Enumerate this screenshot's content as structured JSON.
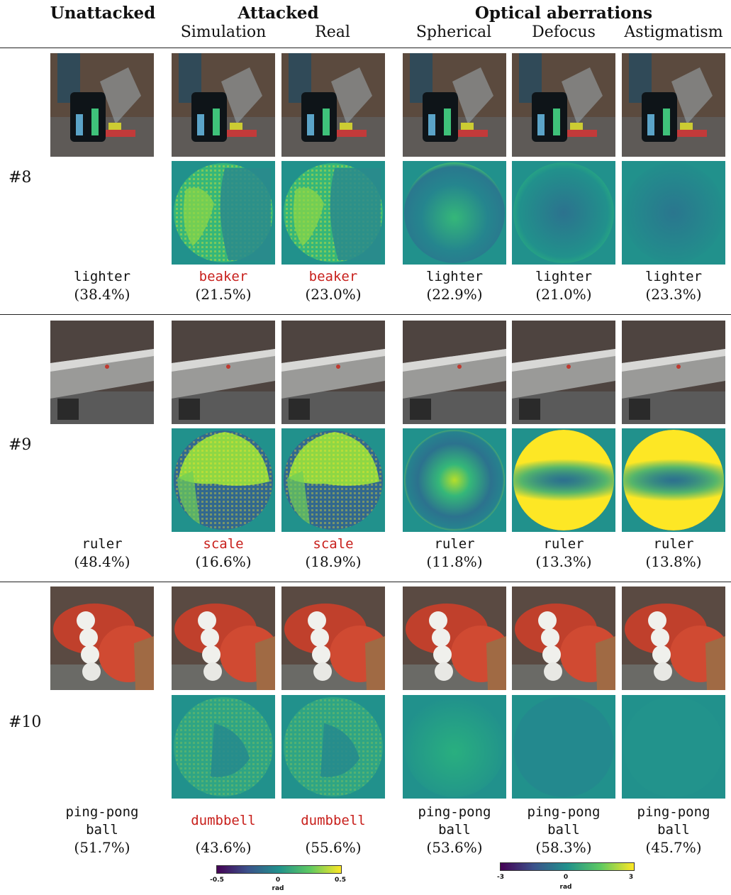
{
  "header": {
    "unattacked": "Unattacked",
    "attacked": "Attacked",
    "optical": "Optical aberrations",
    "sub": [
      "Simulation",
      "Real",
      "Spherical",
      "Defocus",
      "Astigmatism"
    ]
  },
  "rows": [
    {
      "label": "#8",
      "captions": [
        {
          "cls": [
            "lighter"
          ],
          "pct": "(38.4%)",
          "adversarial": false
        },
        {
          "cls": [
            "beaker"
          ],
          "pct": "(21.5%)",
          "adversarial": true
        },
        {
          "cls": [
            "beaker"
          ],
          "pct": "(23.0%)",
          "adversarial": true
        },
        {
          "cls": [
            "lighter"
          ],
          "pct": "(22.9%)",
          "adversarial": false
        },
        {
          "cls": [
            "lighter"
          ],
          "pct": "(21.0%)",
          "adversarial": false
        },
        {
          "cls": [
            "lighter"
          ],
          "pct": "(23.3%)",
          "adversarial": false
        }
      ]
    },
    {
      "label": "#9",
      "captions": [
        {
          "cls": [
            "ruler"
          ],
          "pct": "(48.4%)",
          "adversarial": false
        },
        {
          "cls": [
            "scale"
          ],
          "pct": "(16.6%)",
          "adversarial": true
        },
        {
          "cls": [
            "scale"
          ],
          "pct": "(18.9%)",
          "adversarial": true
        },
        {
          "cls": [
            "ruler"
          ],
          "pct": "(11.8%)",
          "adversarial": false
        },
        {
          "cls": [
            "ruler"
          ],
          "pct": "(13.3%)",
          "adversarial": false
        },
        {
          "cls": [
            "ruler"
          ],
          "pct": "(13.8%)",
          "adversarial": false
        }
      ]
    },
    {
      "label": "#10",
      "captions": [
        {
          "cls": [
            "ping-pong",
            "ball"
          ],
          "pct": "(51.7%)",
          "adversarial": false
        },
        {
          "cls": [
            "dumbbell"
          ],
          "pct": "(43.6%)",
          "adversarial": true
        },
        {
          "cls": [
            "dumbbell"
          ],
          "pct": "(55.6%)",
          "adversarial": true
        },
        {
          "cls": [
            "ping-pong",
            "ball"
          ],
          "pct": "(53.6%)",
          "adversarial": false
        },
        {
          "cls": [
            "ping-pong",
            "ball"
          ],
          "pct": "(58.3%)",
          "adversarial": false
        },
        {
          "cls": [
            "ping-pong",
            "ball"
          ],
          "pct": "(45.7%)",
          "adversarial": false
        }
      ]
    }
  ],
  "colorbars": [
    {
      "min": "-0.5",
      "mid": "0",
      "max": "0.5",
      "unit": "rad"
    },
    {
      "min": "-3",
      "mid": "0",
      "max": "3",
      "unit": "rad"
    }
  ],
  "colors": {
    "adversarial_label": "#c8201c",
    "viridis": [
      "#440154",
      "#3b528b",
      "#21918c",
      "#5ec962",
      "#fde725"
    ]
  }
}
